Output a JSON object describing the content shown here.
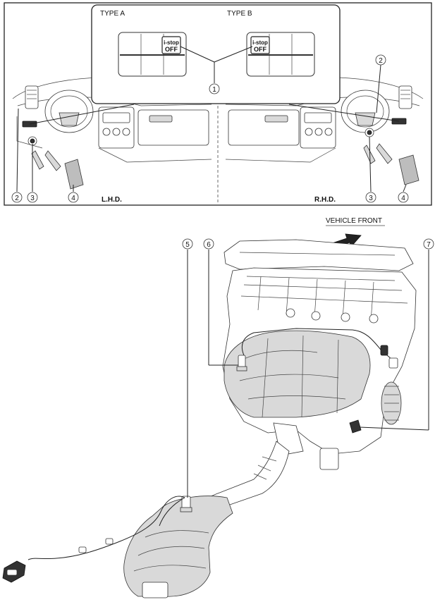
{
  "top_panel": {
    "type_a_label": "TYPE A",
    "type_b_label": "TYPE B",
    "switch_text_line1": "i-stop",
    "switch_text_line2": "OFF",
    "lhd_label": "L.H.D.",
    "rhd_label": "R.H.D."
  },
  "engine_panel": {
    "vehicle_front_label": "VEHICLE FRONT"
  },
  "callouts": [
    "1",
    "2",
    "3",
    "4",
    "5",
    "6",
    "7"
  ]
}
